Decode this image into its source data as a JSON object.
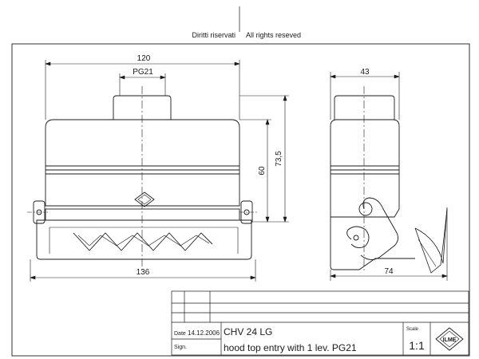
{
  "header": {
    "left_text": "Diritti riservati",
    "right_text": "All rights reseved"
  },
  "dimensions": {
    "front_width": "120",
    "front_thread": "PG21",
    "front_height_60": "60",
    "front_height_73": "73,5",
    "front_base_width": "136",
    "side_width": "43",
    "side_depth": "74"
  },
  "title_block": {
    "date_label": "Date",
    "date_value": "14.12.2006",
    "sign_label": "Sign.",
    "part_code": "CHV 24 LG",
    "description": "hood top entry with 1 lev. PG21",
    "scale_label": "Scale",
    "scale_value": "1:1",
    "logo_text": "ILME"
  },
  "colors": {
    "line": "#1a1a1a",
    "background": "#ffffff"
  }
}
